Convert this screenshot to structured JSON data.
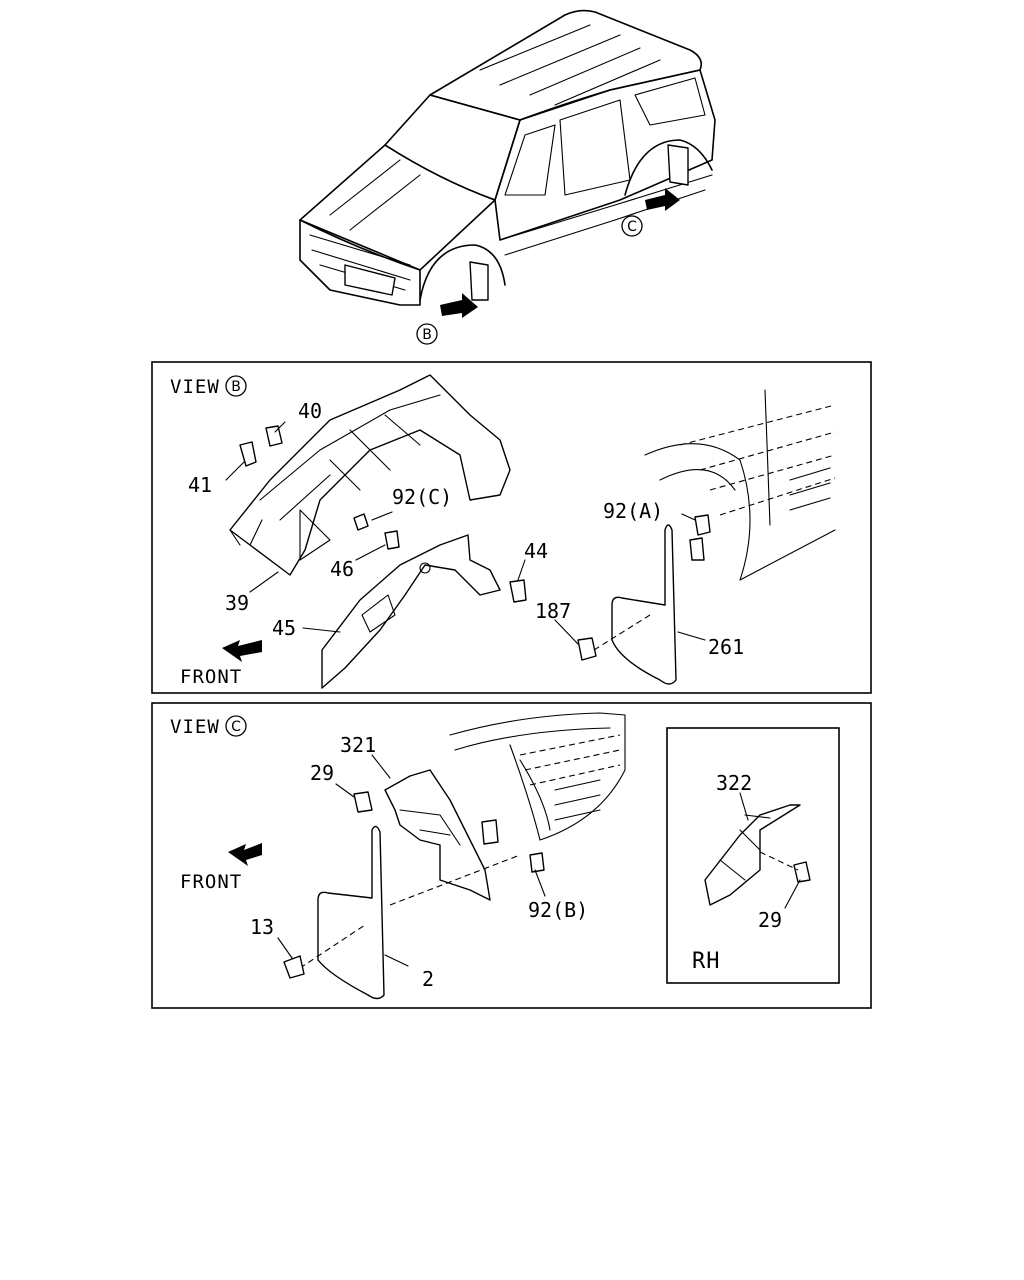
{
  "views": {
    "overview": {
      "marker_b": "B",
      "marker_c": "C"
    },
    "view_b": {
      "title": "VIEW",
      "marker": "B",
      "front_label": "FRONT",
      "callouts": [
        "40",
        "41",
        "92(C)",
        "46",
        "39",
        "45",
        "44",
        "187",
        "92(A)",
        "261"
      ]
    },
    "view_c": {
      "title": "VIEW",
      "marker": "C",
      "front_label": "FRONT",
      "callouts": [
        "321",
        "29",
        "13",
        "2",
        "92(B)"
      ],
      "inset": {
        "label": "RH",
        "callouts": [
          "322",
          "29"
        ]
      }
    }
  }
}
